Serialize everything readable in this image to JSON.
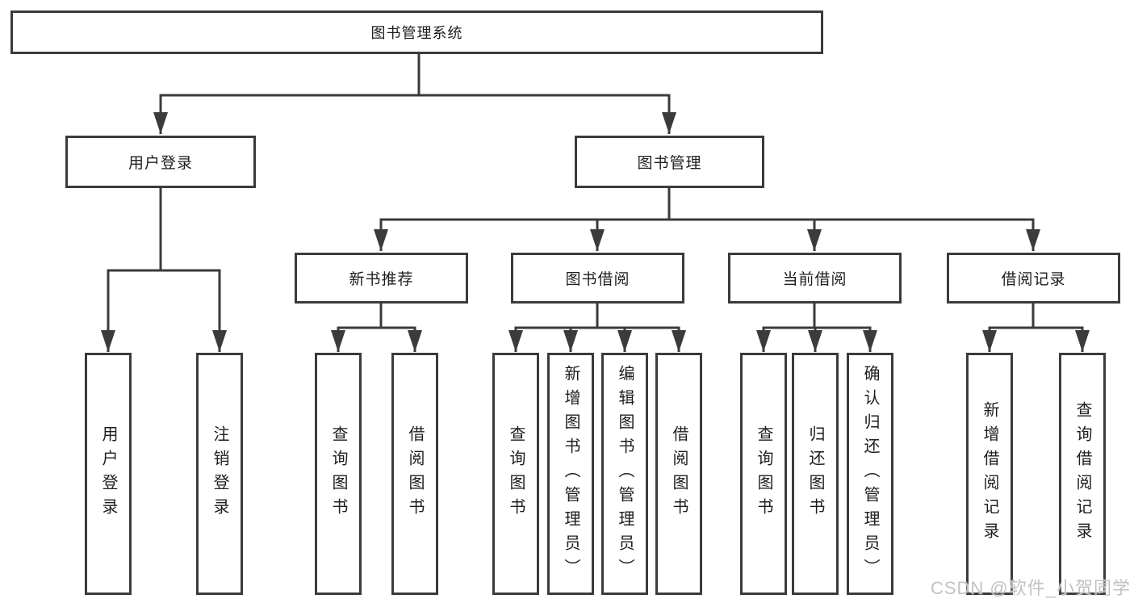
{
  "tree": {
    "root": "图书管理系统",
    "branches": [
      {
        "label": "用户登录",
        "children": [
          "用户登录",
          "注销登录"
        ]
      },
      {
        "label": "图书管理",
        "sections": [
          {
            "label": "新书推荐",
            "children": [
              "查询图书",
              "借阅图书"
            ]
          },
          {
            "label": "图书借阅",
            "children": [
              "查询图书",
              "新增图书（管理员）",
              "编辑图书（管理员）",
              "借阅图书"
            ]
          },
          {
            "label": "当前借阅",
            "children": [
              "查询图书",
              "归还图书",
              "确认归还（管理员）"
            ]
          },
          {
            "label": "借阅记录",
            "children": [
              "新增借阅记录",
              "查询借阅记录"
            ]
          }
        ]
      }
    ]
  },
  "watermark": {
    "text": "CSDN @软件_小贺同学"
  },
  "colors": {
    "line": "#3b3b3b",
    "box_border": "#3b3b3b",
    "text": "#1e1e1e",
    "watermark": "#c2c2c2",
    "background": "#ffffff"
  }
}
